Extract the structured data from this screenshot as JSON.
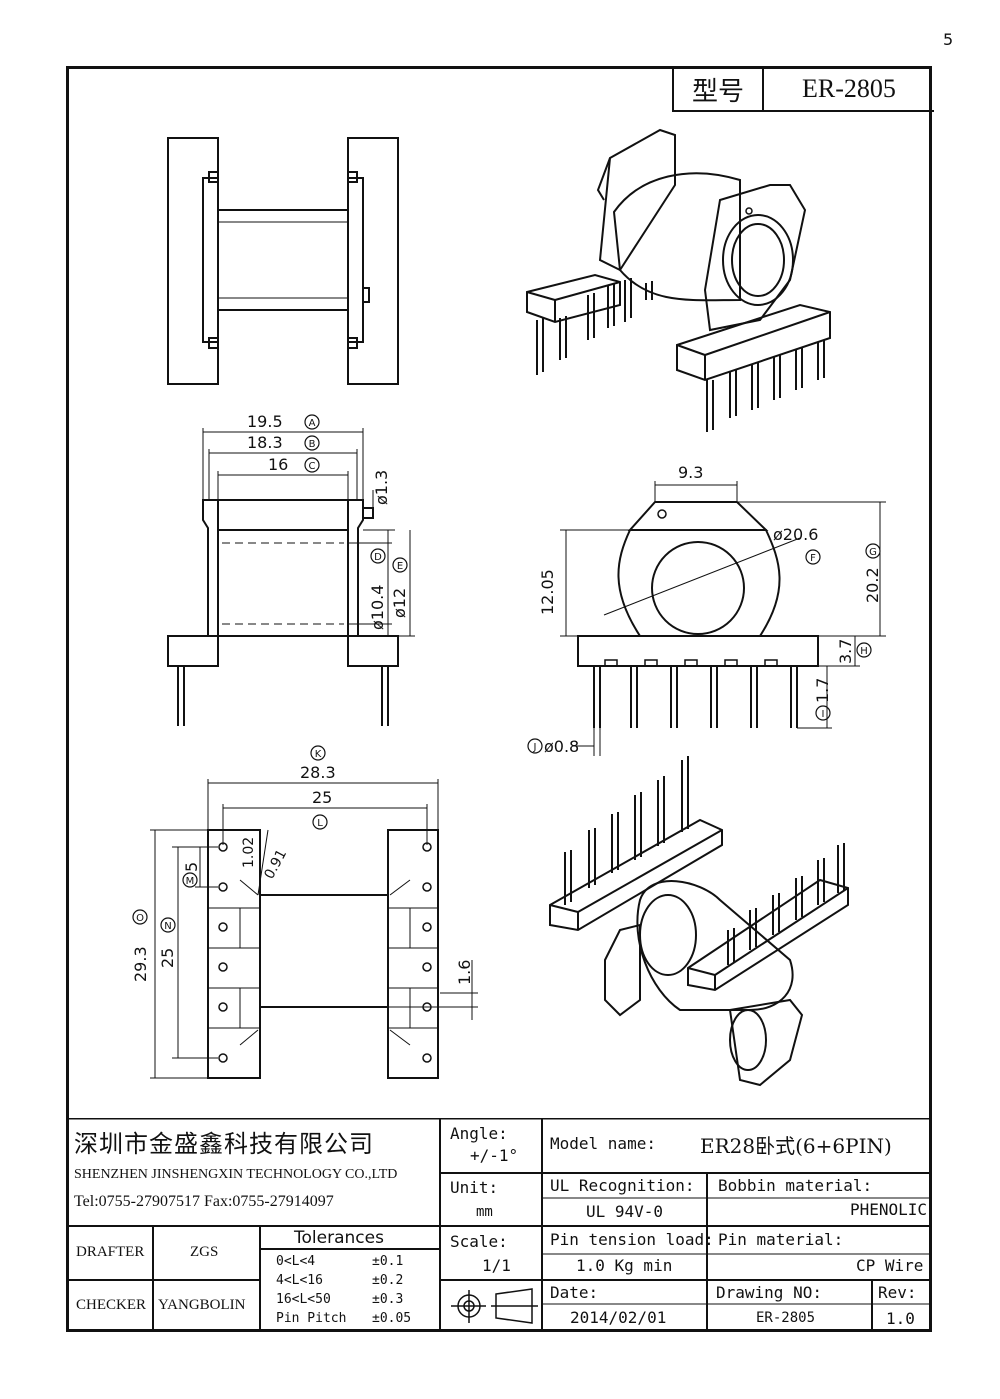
{
  "corner_mark": "5",
  "title": {
    "label": "型号",
    "value": "ER-2805"
  },
  "dims": {
    "d1": "19.5",
    "m1": "A",
    "d2": "18.3",
    "m2": "B",
    "d3": "16",
    "m3": "C",
    "d4": "ø1.3",
    "d5": "ø10.4",
    "m5": "D",
    "d6": "ø12",
    "m6": "E",
    "d7": "9.3",
    "d8": "ø20.6",
    "m8": "F",
    "d9": "12.05",
    "d10": "20.2",
    "m10": "G",
    "d11": "3.7",
    "m11": "H",
    "d12": "1.7",
    "m12": "I",
    "d13": "ø0.8",
    "m13": "J",
    "m14": "K",
    "d14": "28.3",
    "d15": "25",
    "m15": "L",
    "d16": "1.02",
    "d17": "0.91",
    "d18": "5",
    "m18": "M",
    "d19": "29.3",
    "m19": "O",
    "d20": "25",
    "m20": "N",
    "d21": "1.6"
  },
  "company": {
    "name_cn": "深圳市金盛鑫科技有限公司",
    "name_en": "SHENZHEN JINSHENGXIN TECHNOLOGY CO.,LTD",
    "contact": "Tel:0755-27907517   Fax:0755-27914097"
  },
  "angle": {
    "label": "Angle:",
    "value": "+/-1°"
  },
  "unit": {
    "label": "Unit:",
    "value": "mm"
  },
  "scale": {
    "label": "Scale:",
    "value": "1/1"
  },
  "model": {
    "label": "Model name:",
    "value": "ER28卧式(6+6PIN)"
  },
  "ul": {
    "label": "UL Recognition:",
    "value": "UL 94V-0"
  },
  "bobbin": {
    "label": "Bobbin material:",
    "value": "PHENOLIC"
  },
  "tension": {
    "label": "Pin tension load:",
    "value": "1.0 Kg min"
  },
  "pinmat": {
    "label": "Pin material:",
    "value": "CP Wire"
  },
  "date": {
    "label": "Date:",
    "value": "2014/02/01"
  },
  "drawing": {
    "label": "Drawing NO:",
    "value": "ER-2805"
  },
  "rev": {
    "label": "Rev:",
    "value": "1.0"
  },
  "drafter": {
    "label": "DRAFTER",
    "value": "ZGS"
  },
  "checker": {
    "label": "CHECKER",
    "value": "YANGBOLIN"
  },
  "tolerances": {
    "title": "Tolerances",
    "rows": [
      {
        "range": "0<L<4",
        "val": "±0.1"
      },
      {
        "range": "4<L<16",
        "val": "±0.2"
      },
      {
        "range": "16<L<50",
        "val": "±0.3"
      },
      {
        "range": "Pin Pitch",
        "val": "±0.05"
      }
    ]
  }
}
